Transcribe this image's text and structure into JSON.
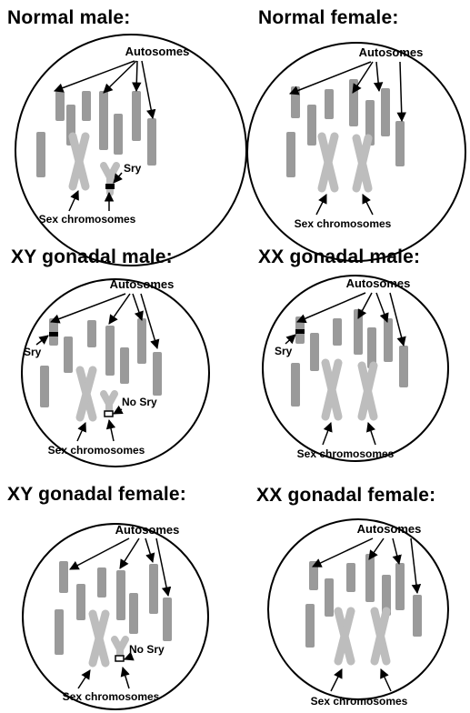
{
  "panels": [
    {
      "title": "Normal male:",
      "autosomes_label": "Autosomes",
      "sex_label": "Sex chromosomes",
      "sry_label": "Sry"
    },
    {
      "title": "Normal female:",
      "autosomes_label": "Autosomes",
      "sex_label": "Sex chromosomes"
    },
    {
      "title": "XY gonadal male:",
      "autosomes_label": "Autosomes",
      "sex_label": "Sex chromosomes",
      "sry_label": "Sry",
      "no_sry_label": "No Sry"
    },
    {
      "title": "XX gonadal male:",
      "autosomes_label": "Autosomes",
      "sex_label": "Sex chromosomes",
      "sry_label": "Sry"
    },
    {
      "title": "XY gonadal female:",
      "autosomes_label": "Autosomes",
      "sex_label": "Sex chromosomes",
      "no_sry_label": "No Sry"
    },
    {
      "title": "XX gonadal female:",
      "autosomes_label": "Autosomes",
      "sex_label": "Sex chromosomes"
    }
  ],
  "colors": {
    "autosome": "#9a9a9a",
    "sex_chromosome": "#bdbdbd",
    "sry_band": "#000000"
  }
}
